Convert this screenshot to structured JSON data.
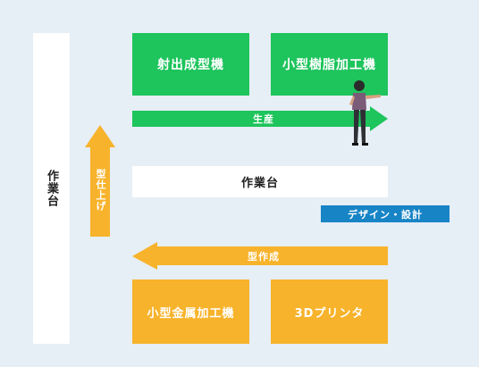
{
  "colors": {
    "background": "#e6eef6",
    "green": "#1ec45c",
    "orange": "#f7b32b",
    "blue": "#1784c6",
    "white": "#ffffff"
  },
  "machines_top": {
    "injection_molding": "射出成型機",
    "small_resin_processing": "小型樹脂加工機"
  },
  "machines_bottom": {
    "small_metal_processing": "小型金属加工機",
    "printer_3d": "3Dプリンタ"
  },
  "workbench_left": "作業台",
  "workbench_center": "作業台",
  "arrows": {
    "production": "生産",
    "mold_finishing": "型仕上げ",
    "mold_making": "型作成"
  },
  "design_badge": "デザイン・設計"
}
